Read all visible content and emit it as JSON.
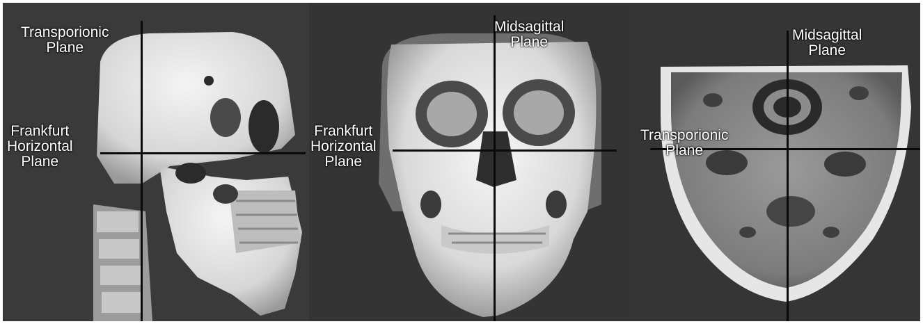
{
  "panels": [
    {
      "view": "lateral",
      "labels": {
        "transporionic": [
          "Transporionic",
          "Plane"
        ],
        "frankfurt": [
          "Frankfurt",
          "Horizontal",
          "Plane"
        ]
      }
    },
    {
      "view": "frontal",
      "labels": {
        "midsagittal": [
          "Midsagittal",
          "Plane"
        ],
        "frankfurt": [
          "Frankfurt",
          "Horizontal",
          "Plane"
        ]
      }
    },
    {
      "view": "axial",
      "labels": {
        "midsagittal": [
          "Midsagittal",
          "Plane"
        ],
        "transporionic": [
          "Transporionic",
          "Plane"
        ]
      }
    }
  ],
  "colors": {
    "background": "#2f2f2f",
    "bone": "#e8e8e8",
    "soft_tissue": "#8a8a8a",
    "line": "#0a0a0a"
  }
}
